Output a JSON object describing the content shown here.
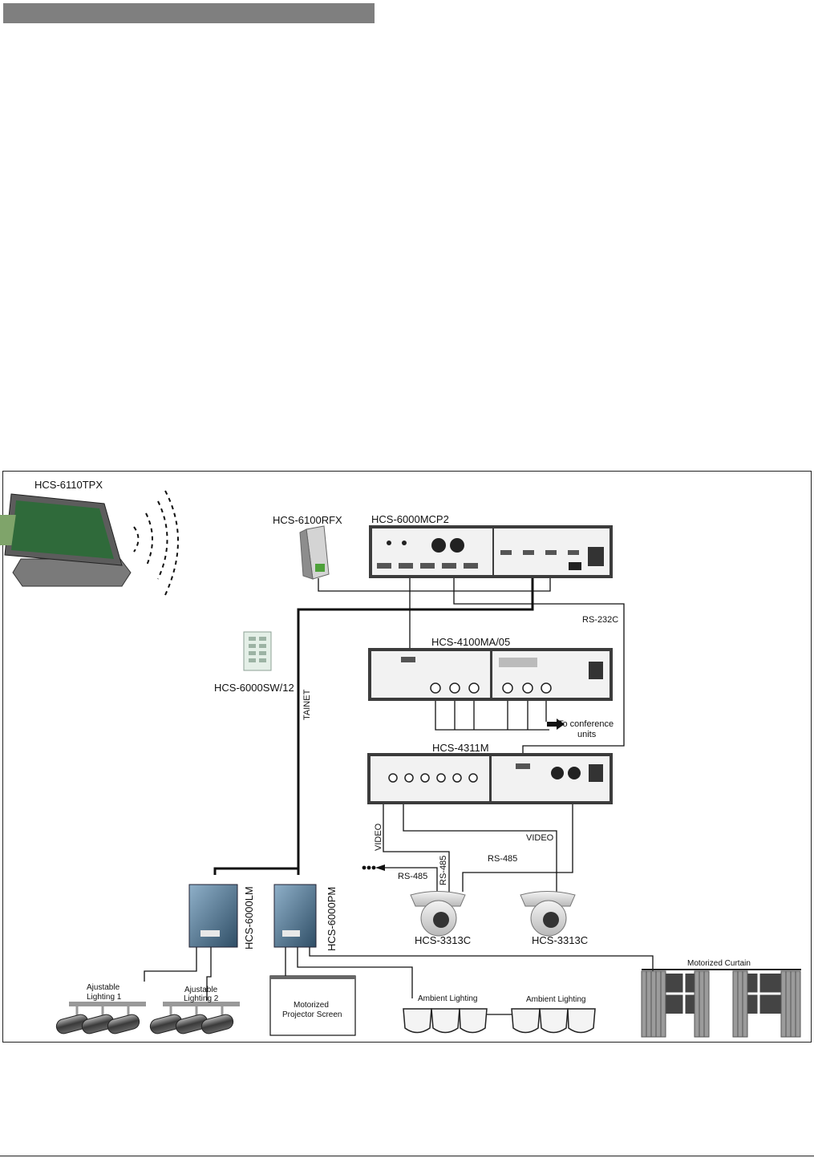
{
  "labels": {
    "touch_panel": "HCS-6110TPX",
    "rf_receiver": "HCS-6100RFX",
    "main_controller": "HCS-6000MCP2",
    "wall_switch": "HCS-6000SW/12",
    "audio_unit": "HCS-4100MA/05",
    "video_switcher": "HCS-4311M",
    "light_module": "HCS-6000LM",
    "power_module": "HCS-6000PM",
    "camera_1": "HCS-3313C",
    "camera_2": "HCS-3313C",
    "bus_tainet": "TAINET",
    "bus_rs232": "RS-232C",
    "video_1": "VIDEO",
    "video_2": "VIDEO",
    "rs485_1": "RS-485",
    "rs485_2": "RS-485",
    "rs485_3": "RS-485",
    "conference_1": "To conference",
    "conference_2": "units",
    "lighting1_1": "Ajustable",
    "lighting1_2": "Lighting 1",
    "lighting2_1": "Ajustable",
    "lighting2_2": "Lighting 2",
    "screen_1": "Motorized",
    "screen_2": "Projector Screen",
    "ambient_1": "Ambient Lighting",
    "ambient_2": "Ambient Lighting",
    "curtain": "Motorized Curtain"
  }
}
